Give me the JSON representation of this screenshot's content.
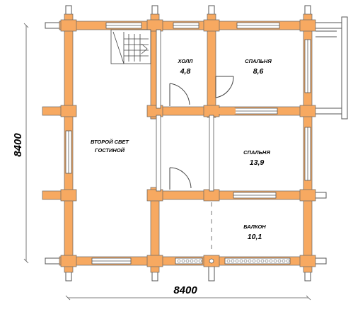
{
  "colors": {
    "wall": "#F7A961",
    "wall_outline": "#555555",
    "line": "#555555",
    "background": "#FFFFFF"
  },
  "rooms": {
    "living": {
      "name": "ВТОРОЙ СВЕТ",
      "name2": "ГОСТИНОЙ"
    },
    "hall": {
      "name": "ХОЛЛ",
      "area": "4,8"
    },
    "bedroom1": {
      "name": "СПАЛЬНЯ",
      "area": "8,6"
    },
    "bedroom2": {
      "name": "СПАЛЬНЯ",
      "area": "13,9"
    },
    "balcony": {
      "name": "БАЛКОН",
      "area": "10,1"
    }
  },
  "dimensions": {
    "width": "8400",
    "height": "8400"
  }
}
